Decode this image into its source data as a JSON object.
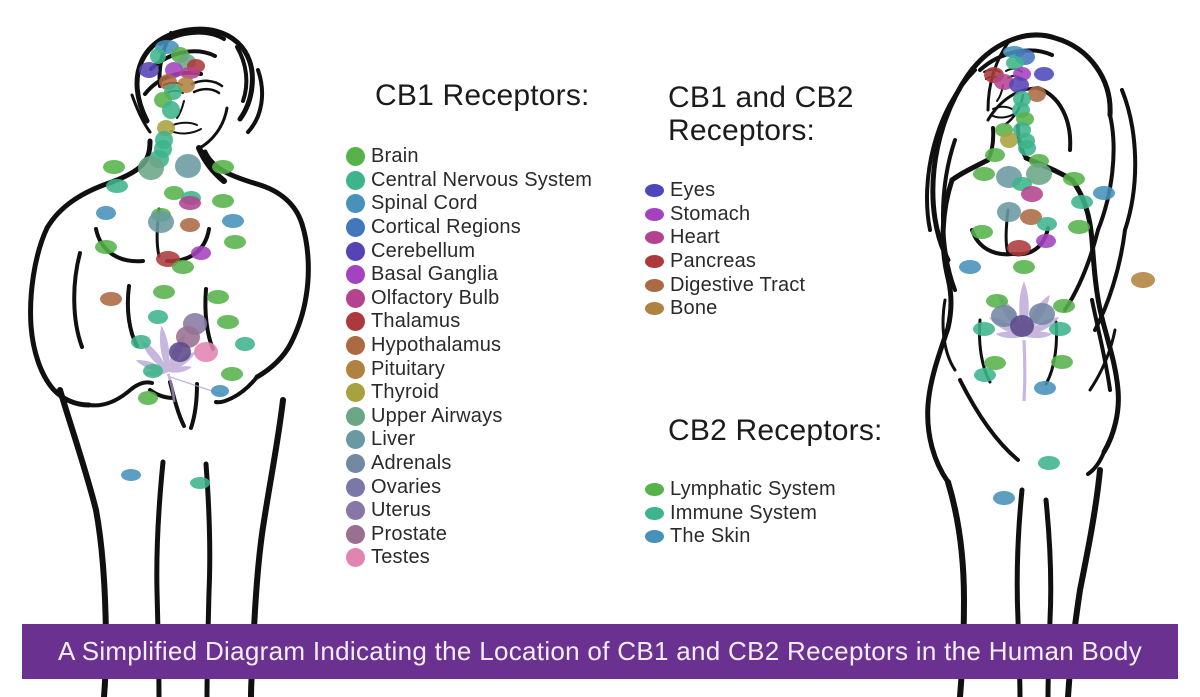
{
  "banner": {
    "text": "A Simplified Diagram Indicating the Location of CB1 and CB2 Receptors in the Human Body",
    "bg": "#6b3191",
    "fg": "#f3eef6"
  },
  "palette": {
    "green": "#56b34a",
    "teal": "#3eb48b",
    "skyblue": "#4692ba",
    "blue": "#4277bd",
    "violet": "#5643b4",
    "indigo": "#4c48bb",
    "purple": "#a442bf",
    "magenta": "#b4438f",
    "red": "#ac3a3c",
    "brown": "#ac6a43",
    "tan": "#b08240",
    "olive": "#a7a23f",
    "sage": "#6ba687",
    "tealgrey": "#6a9aa1",
    "greyblue": "#7288a3",
    "greyviolet": "#7b78a8",
    "greypurple": "#8877a4",
    "mauve": "#99708f",
    "pink": "#e085b1",
    "darkviolet": "#5b4a8a",
    "leaf": "#b29ad2",
    "ink": "#101010"
  },
  "legends": [
    {
      "id": "cb1",
      "title": "CB1 Receptors:",
      "marker": "circle",
      "items": [
        {
          "label": "Brain",
          "color": "green"
        },
        {
          "label": "Central Nervous System",
          "color": "teal"
        },
        {
          "label": "Spinal Cord",
          "color": "skyblue"
        },
        {
          "label": "Cortical Regions",
          "color": "blue"
        },
        {
          "label": "Cerebellum",
          "color": "violet"
        },
        {
          "label": "Basal Ganglia",
          "color": "purple"
        },
        {
          "label": "Olfactory Bulb",
          "color": "magenta"
        },
        {
          "label": "Thalamus",
          "color": "red"
        },
        {
          "label": "Hypothalamus",
          "color": "brown"
        },
        {
          "label": "Pituitary",
          "color": "tan"
        },
        {
          "label": "Thyroid",
          "color": "olive"
        },
        {
          "label": "Upper Airways",
          "color": "sage"
        },
        {
          "label": "Liver",
          "color": "tealgrey"
        },
        {
          "label": "Adrenals",
          "color": "greyblue"
        },
        {
          "label": "Ovaries",
          "color": "greyviolet"
        },
        {
          "label": "Uterus",
          "color": "greypurple"
        },
        {
          "label": "Prostate",
          "color": "mauve"
        },
        {
          "label": "Testes",
          "color": "pink"
        }
      ]
    },
    {
      "id": "cb1cb2",
      "title": "CB1 and CB2 Receptors:",
      "title_line1": "CB1 and CB2",
      "title_line2": "Receptors:",
      "marker": "ellipse",
      "items": [
        {
          "label": "Eyes",
          "color": "indigo"
        },
        {
          "label": "Stomach",
          "color": "purple"
        },
        {
          "label": "Heart",
          "color": "magenta"
        },
        {
          "label": "Pancreas",
          "color": "red"
        },
        {
          "label": "Digestive Tract",
          "color": "brown"
        },
        {
          "label": "Bone",
          "color": "tan"
        }
      ]
    },
    {
      "id": "cb2",
      "title": "CB2 Receptors:",
      "marker": "ellipse",
      "items": [
        {
          "label": "Lymphatic System",
          "color": "green"
        },
        {
          "label": "Immune System",
          "color": "teal"
        },
        {
          "label": "The Skin",
          "color": "skyblue"
        }
      ]
    }
  ],
  "figures": {
    "male": {
      "dots": [
        [
          167,
          47,
          12,
          7,
          "skyblue"
        ],
        [
          158,
          56,
          8,
          8,
          "teal"
        ],
        [
          180,
          55,
          9,
          8,
          "green"
        ],
        [
          187,
          62,
          9,
          8,
          "sage"
        ],
        [
          196,
          66,
          9,
          7,
          "red"
        ],
        [
          149,
          70,
          10,
          8,
          "violet"
        ],
        [
          174,
          70,
          9,
          8,
          "purple"
        ],
        [
          190,
          73,
          10,
          6,
          "magenta"
        ],
        [
          168,
          82,
          9,
          8,
          "brown"
        ],
        [
          186,
          85,
          9,
          8,
          "tan"
        ],
        [
          173,
          92,
          9,
          8,
          "teal"
        ],
        [
          163,
          100,
          9,
          8,
          "green"
        ],
        [
          171,
          110,
          9,
          9,
          "teal"
        ],
        [
          166,
          128,
          9,
          8,
          "olive"
        ],
        [
          164,
          140,
          9,
          9,
          "teal"
        ],
        [
          163,
          149,
          9,
          9,
          "teal"
        ],
        [
          159,
          159,
          10,
          9,
          "teal"
        ],
        [
          151,
          168,
          13,
          12,
          "sage"
        ],
        [
          188,
          166,
          13,
          12,
          "tealgrey"
        ],
        [
          114,
          167,
          11,
          7,
          "green"
        ],
        [
          223,
          167,
          11,
          7,
          "green"
        ],
        [
          117,
          186,
          11,
          7,
          "teal"
        ],
        [
          174,
          193,
          10,
          7,
          "green"
        ],
        [
          191,
          198,
          10,
          7,
          "teal"
        ],
        [
          190,
          203,
          11,
          7,
          "magenta"
        ],
        [
          223,
          201,
          11,
          7,
          "green"
        ],
        [
          106,
          213,
          10,
          7,
          "skyblue"
        ],
        [
          161,
          215,
          10,
          7,
          "green"
        ],
        [
          161,
          222,
          13,
          11,
          "tealgrey"
        ],
        [
          190,
          225,
          10,
          7,
          "brown"
        ],
        [
          233,
          221,
          11,
          7,
          "skyblue"
        ],
        [
          235,
          242,
          11,
          7,
          "green"
        ],
        [
          106,
          247,
          11,
          7,
          "green"
        ],
        [
          201,
          253,
          10,
          7,
          "purple"
        ],
        [
          168,
          259,
          12,
          8,
          "red"
        ],
        [
          183,
          267,
          11,
          7,
          "green"
        ],
        [
          164,
          292,
          11,
          7,
          "green"
        ],
        [
          218,
          297,
          11,
          7,
          "green"
        ],
        [
          111,
          299,
          11,
          7,
          "brown"
        ],
        [
          158,
          317,
          10,
          7,
          "teal"
        ],
        [
          228,
          322,
          11,
          7,
          "green"
        ],
        [
          141,
          342,
          10,
          7,
          "teal"
        ],
        [
          195,
          324,
          12,
          11,
          "greypurple"
        ],
        [
          188,
          337,
          12,
          11,
          "mauve"
        ],
        [
          180,
          352,
          11,
          10,
          "darkviolet"
        ],
        [
          206,
          352,
          12,
          10,
          "pink"
        ],
        [
          245,
          344,
          10,
          7,
          "teal"
        ],
        [
          232,
          374,
          11,
          7,
          "green"
        ],
        [
          220,
          391,
          9,
          6,
          "skyblue"
        ],
        [
          153,
          371,
          10,
          7,
          "teal"
        ],
        [
          148,
          398,
          10,
          7,
          "green"
        ],
        [
          131,
          475,
          10,
          6,
          "skyblue"
        ],
        [
          200,
          483,
          10,
          6,
          "teal"
        ]
      ]
    },
    "female": {
      "dots": [
        [
          154,
          52,
          11,
          6,
          "skyblue"
        ],
        [
          165,
          57,
          10,
          8,
          "blue"
        ],
        [
          155,
          63,
          9,
          7,
          "teal"
        ],
        [
          134,
          75,
          10,
          8,
          "red"
        ],
        [
          162,
          74,
          9,
          7,
          "purple"
        ],
        [
          184,
          74,
          10,
          7,
          "indigo"
        ],
        [
          144,
          82,
          10,
          8,
          "magenta"
        ],
        [
          159,
          85,
          10,
          8,
          "violet"
        ],
        [
          177,
          94,
          9,
          8,
          "brown"
        ],
        [
          162,
          99,
          9,
          8,
          "teal"
        ],
        [
          161,
          110,
          9,
          8,
          "teal"
        ],
        [
          165,
          119,
          9,
          7,
          "green"
        ],
        [
          144,
          130,
          9,
          7,
          "green"
        ],
        [
          162,
          130,
          9,
          8,
          "teal"
        ],
        [
          149,
          140,
          9,
          8,
          "olive"
        ],
        [
          166,
          141,
          9,
          8,
          "teal"
        ],
        [
          167,
          148,
          9,
          8,
          "teal"
        ],
        [
          135,
          155,
          10,
          7,
          "green"
        ],
        [
          179,
          161,
          10,
          7,
          "green"
        ],
        [
          124,
          174,
          11,
          7,
          "green"
        ],
        [
          149,
          177,
          13,
          11,
          "tealgrey"
        ],
        [
          179,
          174,
          13,
          11,
          "sage"
        ],
        [
          162,
          184,
          10,
          7,
          "teal"
        ],
        [
          214,
          179,
          11,
          7,
          "green"
        ],
        [
          172,
          194,
          11,
          8,
          "magenta"
        ],
        [
          244,
          193,
          11,
          7,
          "skyblue"
        ],
        [
          222,
          202,
          11,
          7,
          "teal"
        ],
        [
          149,
          212,
          12,
          10,
          "tealgrey"
        ],
        [
          171,
          217,
          11,
          8,
          "brown"
        ],
        [
          187,
          224,
          10,
          7,
          "teal"
        ],
        [
          219,
          227,
          11,
          7,
          "green"
        ],
        [
          122,
          232,
          11,
          7,
          "green"
        ],
        [
          186,
          241,
          10,
          7,
          "purple"
        ],
        [
          159,
          248,
          12,
          8,
          "red"
        ],
        [
          110,
          267,
          11,
          7,
          "skyblue"
        ],
        [
          164,
          267,
          11,
          7,
          "green"
        ],
        [
          283,
          280,
          12,
          8,
          "tan"
        ],
        [
          137,
          301,
          11,
          7,
          "green"
        ],
        [
          204,
          306,
          11,
          7,
          "green"
        ],
        [
          144,
          316,
          13,
          11,
          "greyblue"
        ],
        [
          182,
          314,
          13,
          11,
          "greyblue"
        ],
        [
          124,
          329,
          11,
          7,
          "teal"
        ],
        [
          162,
          326,
          12,
          11,
          "darkviolet"
        ],
        [
          200,
          329,
          11,
          7,
          "teal"
        ],
        [
          135,
          363,
          11,
          7,
          "green"
        ],
        [
          202,
          362,
          11,
          7,
          "green"
        ],
        [
          125,
          375,
          11,
          7,
          "teal"
        ],
        [
          185,
          388,
          11,
          7,
          "skyblue"
        ],
        [
          189,
          463,
          11,
          7,
          "teal"
        ],
        [
          144,
          498,
          11,
          7,
          "skyblue"
        ]
      ]
    }
  }
}
